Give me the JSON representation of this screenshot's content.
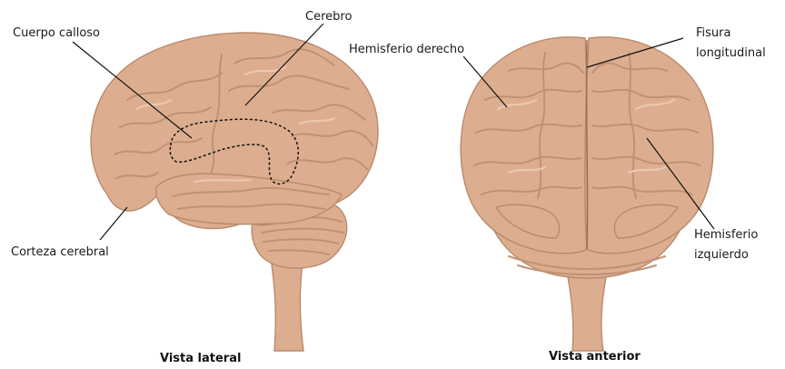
{
  "colors": {
    "brain": "#dcae8f",
    "brain_shadow": "#c09274",
    "brain_highlight": "#ecc7ad",
    "text": "#1a1a1a",
    "background": "#ffffff"
  },
  "lateral_view": {
    "caption": "Vista lateral",
    "labels": {
      "corpus_callosum": "Cuerpo calloso",
      "cerebrum": "Cerebro",
      "cerebral_cortex": "Corteza cerebral"
    }
  },
  "anterior_view": {
    "caption": "Vista anterior",
    "labels": {
      "right_hemisphere": "Hemisferio derecho",
      "longitudinal_fissure_line1": "Fisura",
      "longitudinal_fissure_line2": "longitudinal",
      "left_hemisphere_line1": "Hemisferio",
      "left_hemisphere_line2": "izquierdo"
    }
  }
}
